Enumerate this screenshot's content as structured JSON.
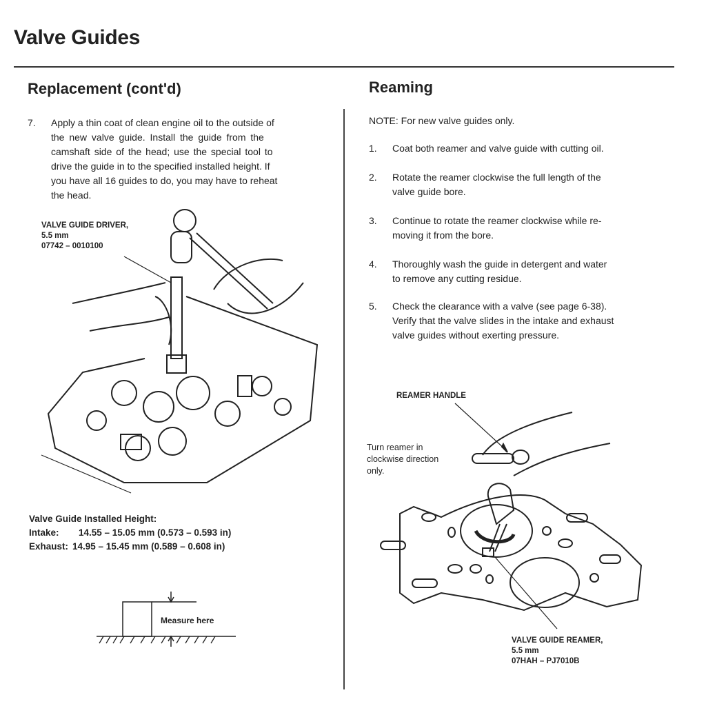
{
  "page": {
    "title": "Valve Guides"
  },
  "left": {
    "heading": "Replacement (cont'd)",
    "step": {
      "number": "7.",
      "lines": [
        "Apply a thin coat of clean engine oil to the outside of",
        "the new valve guide. Install the guide from the",
        "camshaft side of the head; use the special tool to",
        "drive the guide in to the specified installed height. If",
        "you have all 16 guides to do, you may have to reheat",
        "the head."
      ]
    },
    "tool_label": [
      "VALVE GUIDE DRIVER,",
      "5.5 mm",
      "07742 – 0010100"
    ],
    "spec": {
      "title": "Valve Guide Installed Height:",
      "intake_label": "Intake:",
      "intake_value": "14.55 – 15.05 mm (0.573 – 0.593 in)",
      "exhaust_label": "Exhaust:",
      "exhaust_value": "14.95 – 15.45 mm (0.589 – 0.608 in)"
    },
    "measure_label": "Measure here"
  },
  "right": {
    "heading": "Reaming",
    "note": "NOTE:  For new valve guides only.",
    "steps": [
      {
        "number": "1.",
        "lines": [
          "Coat both reamer and valve guide with cutting oil."
        ]
      },
      {
        "number": "2.",
        "lines": [
          "Rotate the reamer clockwise the full length of the",
          "valve guide bore."
        ]
      },
      {
        "number": "3.",
        "lines": [
          "Continue to rotate the reamer clockwise while re-",
          "moving it from the bore."
        ]
      },
      {
        "number": "4.",
        "lines": [
          "Thoroughly wash the guide in detergent and water",
          "to remove any cutting residue."
        ]
      },
      {
        "number": "5.",
        "lines": [
          "Check the clearance with a valve (see page 6-38).",
          "Verify that the valve slides in the intake and exhaust",
          "valve guides without exerting pressure."
        ]
      }
    ],
    "handle_label": "REAMER HANDLE",
    "turn_note": [
      "Turn reamer in",
      "clockwise direction",
      "only."
    ],
    "reamer_label": [
      "VALVE GUIDE REAMER,",
      "5.5 mm",
      "07HAH – PJ7010B"
    ]
  }
}
